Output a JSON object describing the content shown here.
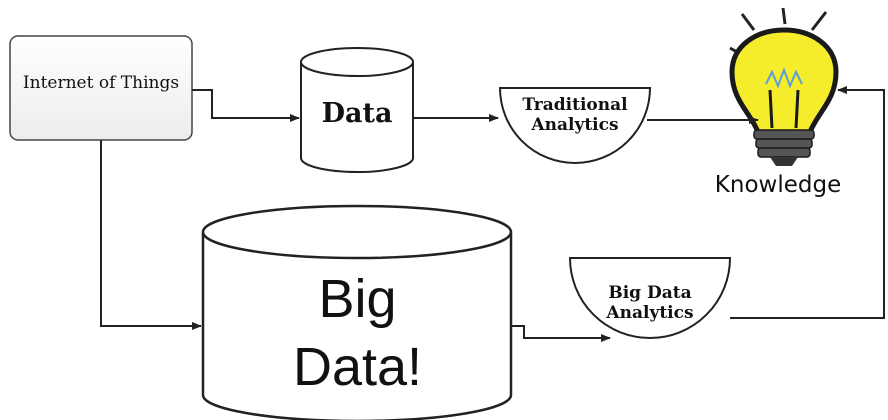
{
  "nodes": {
    "iot": {
      "label": "Internet of Things"
    },
    "data": {
      "label": "Data"
    },
    "traditional_analytics": {
      "line1": "Traditional",
      "line2": "Analytics"
    },
    "big_data": {
      "line1": "Big",
      "line2": "Data!"
    },
    "big_data_analytics": {
      "line1": "Big Data",
      "line2": "Analytics"
    },
    "knowledge": {
      "label": "Knowledge"
    }
  },
  "colors": {
    "stroke": "#222222",
    "bulb_fill": "#f5ec2c",
    "bulb_base": "#555555",
    "filament": "#5aa0d8"
  }
}
